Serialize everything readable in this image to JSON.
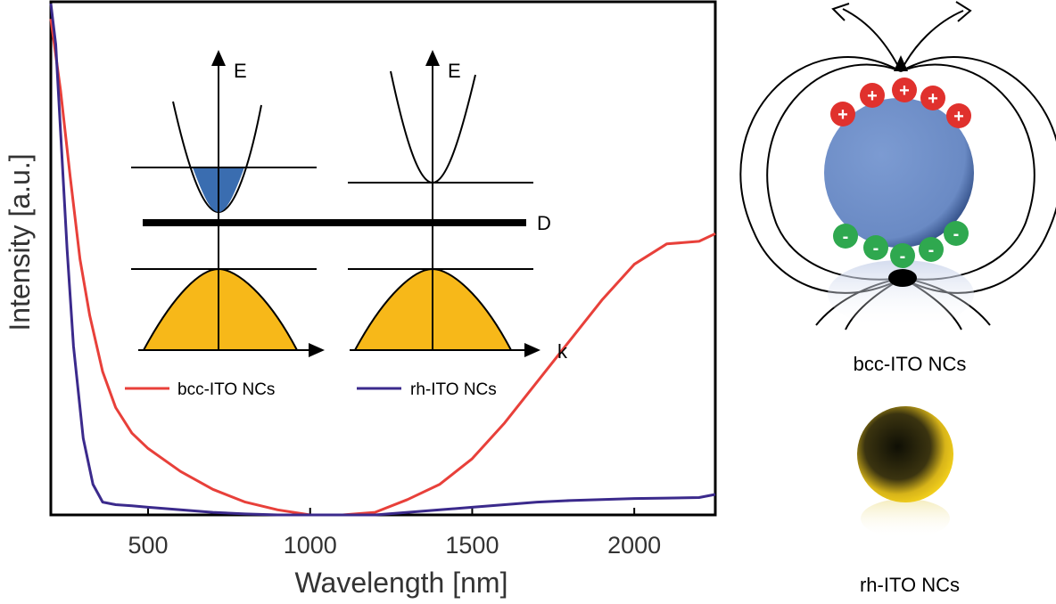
{
  "chart_data": {
    "type": "line",
    "title": "",
    "xlabel": "Wavelength [nm]",
    "ylabel": "Intensity [a.u.]",
    "xlim": [
      200,
      2250
    ],
    "ylim": [
      0,
      1
    ],
    "x_ticks": [
      500,
      1000,
      1500,
      2000
    ],
    "x_tick_labels": [
      "500",
      "1000",
      "1500",
      "2000"
    ],
    "y_ticks": [],
    "grid": false,
    "legend": {
      "placement": "inside-bottom-left"
    },
    "series": [
      {
        "name": "bcc-ITO NCs",
        "color": "#e8403a",
        "x": [
          200,
          230,
          260,
          290,
          320,
          360,
          400,
          450,
          500,
          600,
          700,
          800,
          900,
          1000,
          1100,
          1200,
          1300,
          1400,
          1500,
          1600,
          1700,
          1800,
          1900,
          2000,
          2100,
          2200,
          2250
        ],
        "y": [
          0.97,
          0.83,
          0.66,
          0.5,
          0.39,
          0.28,
          0.21,
          0.16,
          0.13,
          0.085,
          0.05,
          0.025,
          0.01,
          0.0,
          0.0,
          0.005,
          0.03,
          0.06,
          0.11,
          0.18,
          0.26,
          0.34,
          0.42,
          0.49,
          0.53,
          0.535,
          0.55
        ]
      },
      {
        "name": "rh-ITO NCs",
        "color": "#3b2a8c",
        "x": [
          200,
          215,
          230,
          250,
          270,
          300,
          330,
          360,
          400,
          450,
          500,
          600,
          700,
          800,
          900,
          1000,
          1100,
          1200,
          1300,
          1400,
          1500,
          1600,
          1700,
          1800,
          1900,
          2000,
          2100,
          2200,
          2250
        ],
        "y": [
          1.0,
          0.92,
          0.75,
          0.52,
          0.33,
          0.15,
          0.06,
          0.025,
          0.02,
          0.018,
          0.015,
          0.01,
          0.005,
          0.002,
          0.0,
          0.0,
          0.0,
          0.0,
          0.005,
          0.01,
          0.015,
          0.02,
          0.025,
          0.028,
          0.03,
          0.032,
          0.033,
          0.034,
          0.04
        ]
      }
    ]
  },
  "inset": {
    "energy_label": "E",
    "defect_label": "D",
    "k_label": "k",
    "fill_blue": "#3a6db0",
    "fill_orange": "#f7b819"
  },
  "nanoparticles": {
    "bcc_label": "bcc-ITO NCs",
    "rh_label": "rh-ITO NCs",
    "plus": "+",
    "minus": "-",
    "colors": {
      "sphere_blue": "#6c8cc6",
      "plus_red": "#e0312d",
      "minus_green": "#2fa84f",
      "sphere_yellow": "#f5d21c"
    }
  }
}
